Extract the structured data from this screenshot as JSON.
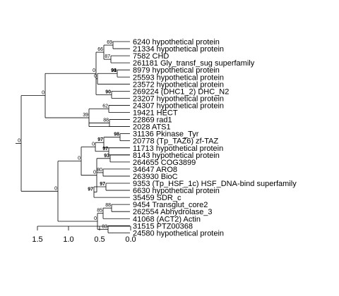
{
  "leaves": [
    "6240 hypothetical protein",
    "21334 hypothetical protein",
    "7582 CHD",
    "261181 Gly_transf_sug superfamily",
    "8979 hypothetical protein",
    "25593 hypothetical protein",
    "23572 hypothetical protein",
    "269224 (DHC1_2) DHC_N2",
    "23207 hypothetical protein",
    "24307 hypothetical protein",
    "19421 HECT",
    "22869 rad1",
    "2028 ATS1",
    "31136 Pkinase_Tyr",
    "20778 (Tp_TAZ6) zf-TAZ",
    "11713 hypothetical protein",
    "8143 hypothetical protein",
    "264655 COG3899",
    "34647 ARO8",
    "263930 BioC",
    "9353 (Tp_HSF_1c) HSF_DNA-bind superfamily",
    "6630 hypothetical protein",
    "35459 SDR_c",
    "9454 Transglut_core2",
    "262554 Abhydrolase_3",
    "41068 (ACT2) Actin",
    "31515 PTZ00368",
    "24580 hypothetical protein"
  ],
  "support_values": [
    {
      "id": "root",
      "label": "0",
      "bold": false
    },
    {
      "id": "n_upper",
      "label": "0",
      "bold": false
    },
    {
      "id": "n_a",
      "label": "0",
      "bold": false
    },
    {
      "id": "n_b",
      "label": "66",
      "bold": false
    },
    {
      "id": "n_c",
      "label": "69",
      "bold": false
    },
    {
      "id": "n_d",
      "label": "87",
      "bold": false
    },
    {
      "id": "n_e",
      "label": "0",
      "bold": false
    },
    {
      "id": "n_f",
      "label": "91",
      "bold": true
    },
    {
      "id": "n_g",
      "label": "90",
      "bold": true
    },
    {
      "id": "n_h",
      "label": "90",
      "bold": true
    },
    {
      "id": "n_i",
      "label": "39",
      "bold": false
    },
    {
      "id": "n_j",
      "label": "62",
      "bold": false
    },
    {
      "id": "n_k",
      "label": "88",
      "bold": false
    },
    {
      "id": "n_lower",
      "label": "0",
      "bold": false
    },
    {
      "id": "n_m",
      "label": "0",
      "bold": false
    },
    {
      "id": "n_n",
      "label": "0",
      "bold": false
    },
    {
      "id": "n_o",
      "label": "97",
      "bold": true
    },
    {
      "id": "n_p",
      "label": "97",
      "bold": true
    },
    {
      "id": "n_q",
      "label": "98",
      "bold": true
    },
    {
      "id": "n_r",
      "label": "0",
      "bold": false
    },
    {
      "id": "n_s",
      "label": "93",
      "bold": true
    },
    {
      "id": "n_t",
      "label": "80",
      "bold": false
    },
    {
      "id": "n_u",
      "label": "97",
      "bold": true
    },
    {
      "id": "n_v",
      "label": "97",
      "bold": true
    },
    {
      "id": "n_w",
      "label": "0",
      "bold": false
    },
    {
      "id": "n_x",
      "label": "85",
      "bold": false
    },
    {
      "id": "n_y",
      "label": "88",
      "bold": false
    },
    {
      "id": "n_z",
      "label": "83",
      "bold": false
    }
  ],
  "axis": {
    "ticks": [
      "1.5",
      "1.0",
      "0.5",
      "0.0"
    ]
  }
}
